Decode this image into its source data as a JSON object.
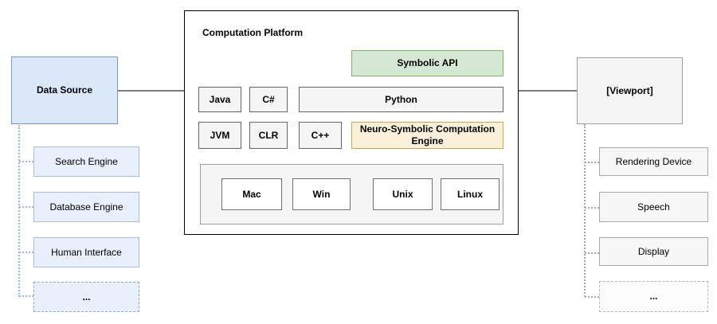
{
  "left": {
    "title": "Data Source",
    "items": [
      "Search Engine",
      "Database Engine",
      "Human Interface",
      "..."
    ]
  },
  "platform": {
    "title": "Computation Platform",
    "api": "Symbolic API",
    "languages": [
      "Java",
      "C#",
      "Python"
    ],
    "runtimes": [
      "JVM",
      "CLR",
      "C++"
    ],
    "engine": "Neuro-Symbolic Computation Engine",
    "os": [
      "Mac",
      "Win",
      "Unix",
      "Linux"
    ]
  },
  "right": {
    "title": "[Viewport]",
    "items": [
      "Rendering Device",
      "Speech",
      "Display",
      "..."
    ]
  },
  "colors": {
    "blue_fill": "#dbe8f9",
    "blue_border": "#7a97c4",
    "green_fill": "#d5e8d4",
    "green_border": "#82b366",
    "orange_fill": "#fdf0da",
    "orange_border": "#d6a546",
    "gray_fill": "#f5f5f5",
    "gray_border": "#9e9e9e",
    "platform_border": "#000000",
    "connector": "#7d7d7d"
  }
}
